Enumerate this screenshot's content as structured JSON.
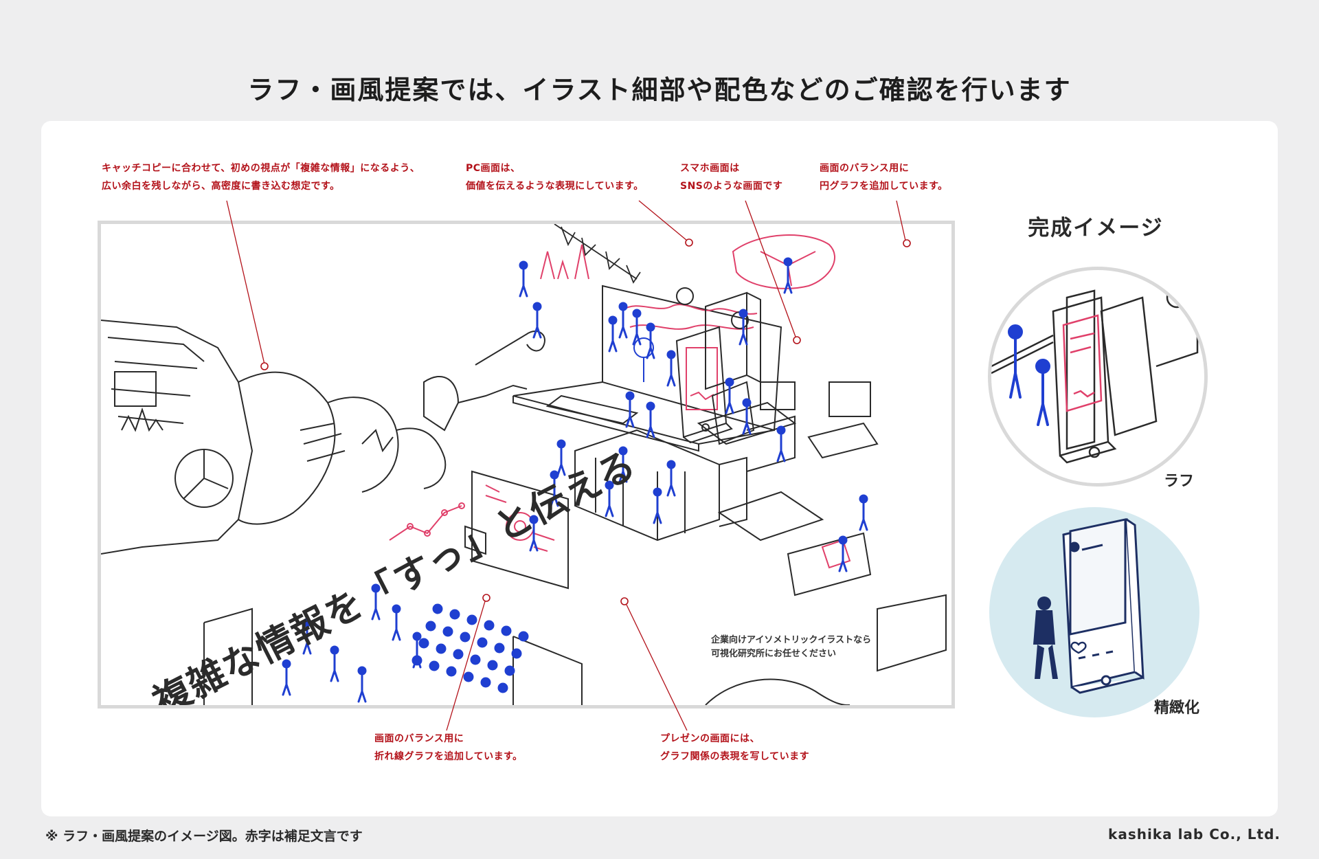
{
  "page": {
    "title": "ラフ・画風提案では、イラスト細部や配色などのご確認を行います",
    "footnote": "※ ラフ・画風提案のイメージ図。赤字は補足文言です",
    "company": "kashika lab Co., Ltd."
  },
  "illustration": {
    "headline": "複雑な情報を「すっ」と伝える",
    "caption": "企業向けアイソメトリックイラストなら\n可視化研究所にお任せください"
  },
  "notes": {
    "catch_copy": "キャッチコピーに合わせて、初めの視点が「複雑な情報」になるよう、\n広い余白を残しながら、高密度に書き込む想定です。",
    "pc_screen": "PC画面は、\n価値を伝えるような表現にしています。",
    "smartphone": "スマホ画面は\nSNSのような画面です",
    "pie_chart": "画面のバランス用に\n円グラフを追加しています。",
    "line_graph": "画面のバランス用に\n折れ線グラフを追加しています。",
    "presentation": "プレゼンの画面には、\nグラフ関係の表現を写しています"
  },
  "side": {
    "title": "完成イメージ",
    "rough_label": "ラフ",
    "final_label": "精緻化"
  },
  "colors": {
    "annotation_red": "#b3121a",
    "figure_blue": "#1f3fd1",
    "accent_pink": "#e0406a",
    "final_bg": "#d6eaf0",
    "final_navy": "#1d2f63"
  }
}
